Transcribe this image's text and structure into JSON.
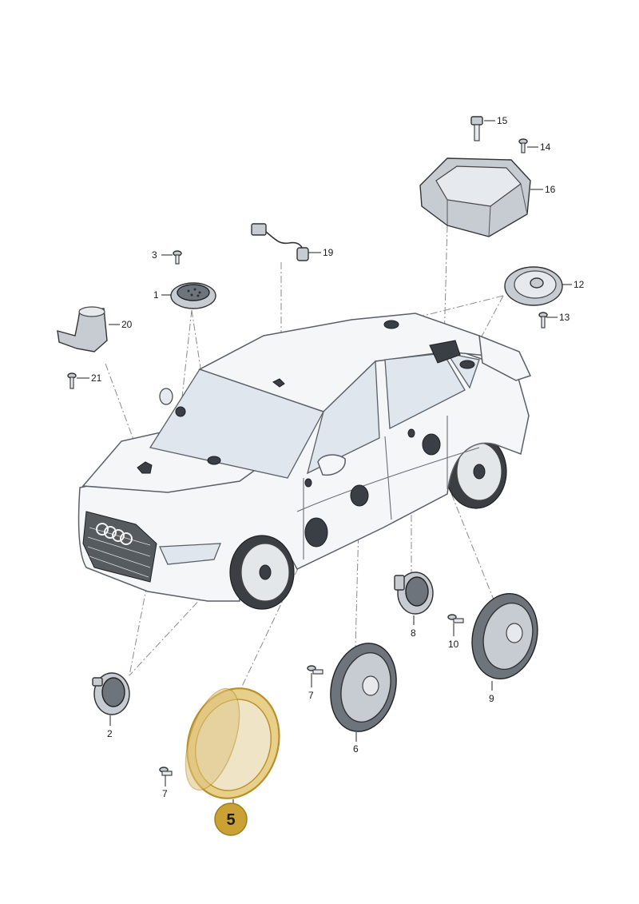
{
  "callouts": {
    "c1": "1",
    "c2": "2",
    "c3": "3",
    "c5": "5",
    "c6": "6",
    "c7a": "7",
    "c7b": "7",
    "c8": "8",
    "c9": "9",
    "c10": "10",
    "c12": "12",
    "c13": "13",
    "c14": "14",
    "c15": "15",
    "c16": "16",
    "c19": "19",
    "c20": "20",
    "c21": "21"
  },
  "highlight_color": "#c9a233"
}
